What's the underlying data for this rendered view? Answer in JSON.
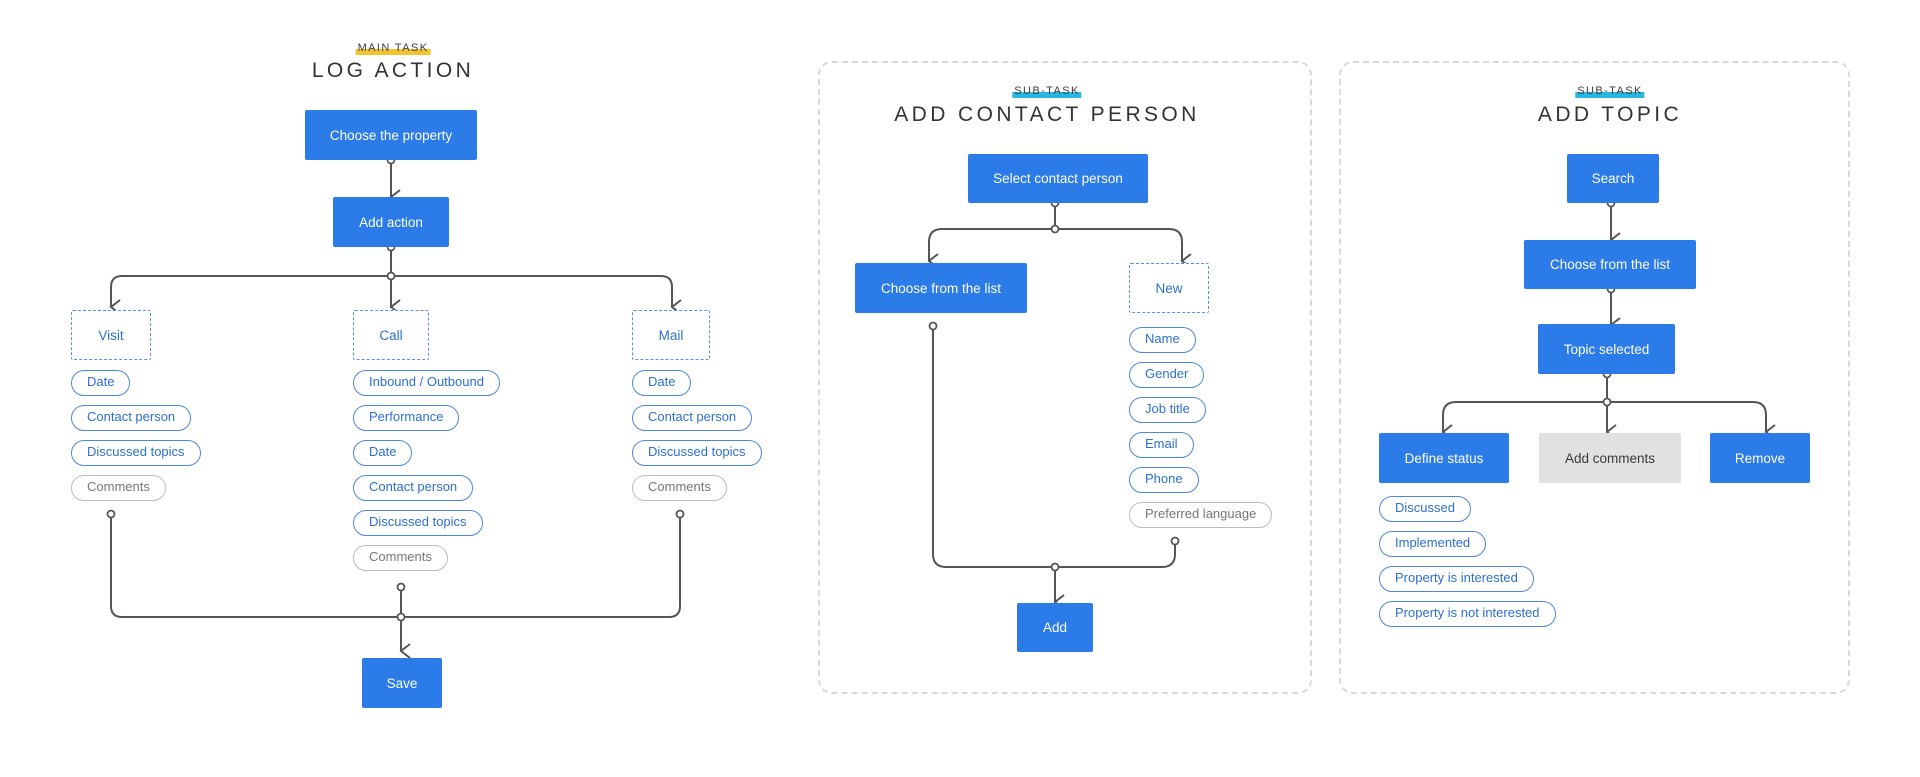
{
  "colors": {
    "primary": "#2b7be9",
    "outline": "#4c89dd",
    "muted": "#bdbdbd",
    "connector": "#555555",
    "main_tag": "#f2c230",
    "sub_tag": "#28b7e3",
    "grey_box": "#e1e1e1"
  },
  "log_action": {
    "eyebrow": "MAIN TASK",
    "title": "LOG ACTION",
    "choose_property": "Choose the property",
    "add_action": "Add action",
    "visit": {
      "label": "Visit",
      "fields": [
        "Date",
        "Contact person",
        "Discussed topics",
        "Comments"
      ]
    },
    "call": {
      "label": "Call",
      "fields": [
        "Inbound / Outbound",
        "Performance",
        "Date",
        "Contact person",
        "Discussed topics",
        "Comments"
      ]
    },
    "mail": {
      "label": "Mail",
      "fields": [
        "Date",
        "Contact person",
        "Discussed topics",
        "Comments"
      ]
    },
    "save": "Save"
  },
  "add_contact": {
    "eyebrow": "SUB-TASK",
    "title": "ADD CONTACT PERSON",
    "select": "Select contact person",
    "choose_list": "Choose from the list",
    "new": "New",
    "fields": [
      "Name",
      "Gender",
      "Job title",
      "Email",
      "Phone",
      "Preferred language"
    ],
    "add": "Add"
  },
  "add_topic": {
    "eyebrow": "SUB-TASK",
    "title": "ADD TOPIC",
    "search": "Search",
    "choose_list": "Choose from the list",
    "topic_selected": "Topic selected",
    "define_status": "Define status",
    "add_comments": "Add comments",
    "remove": "Remove",
    "statuses": [
      "Discussed",
      "Implemented",
      "Property is interested",
      "Property is not interested"
    ]
  }
}
